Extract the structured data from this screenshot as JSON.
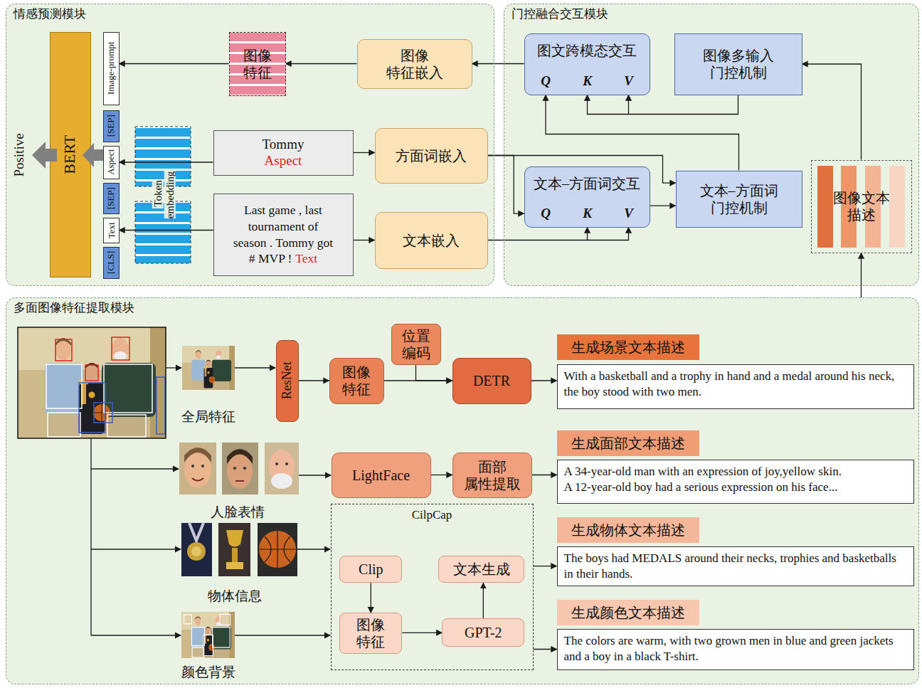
{
  "diagram": {
    "nodes": [
      {
        "text": [
          "情感预测模块"
        ]
      },
      {
        "text": [
          "BERT"
        ],
        "in": 0
      },
      {
        "text": [
          "Image-prompt"
        ],
        "in": 0
      },
      {
        "text": [
          "[SEP]"
        ],
        "in": 0
      },
      {
        "text": [
          "Aspect"
        ],
        "in": 0
      },
      {
        "text": [
          "[SEP]"
        ],
        "in": 0
      },
      {
        "text": [
          "Text"
        ],
        "in": 0
      },
      {
        "text": [
          "[CLS]"
        ],
        "in": 0
      },
      {
        "text": [
          "图像 特征"
        ],
        "in": 0
      },
      {
        "text": [
          "图像 特征嵌入"
        ],
        "in": 0
      },
      {
        "text": [
          "Tommy",
          "Aspect"
        ],
        "in": 0
      },
      {
        "text": [
          "方面词嵌入"
        ],
        "in": 0
      },
      {
        "text": [
          "Last game , last tournament of season . Tommy got # MVP !",
          "Text"
        ],
        "in": 0
      },
      {
        "text": [
          "文本嵌入"
        ],
        "in": 0
      },
      {
        "text": [
          "门控融合交互模块"
        ]
      },
      {
        "text": [
          "图文跨模态交互",
          "Q",
          "K",
          "V"
        ],
        "in": 14
      },
      {
        "text": [
          "图像多输入 门控机制"
        ],
        "in": 14
      },
      {
        "text": [
          "文本–方面词交互",
          "Q",
          "K",
          "V"
        ],
        "in": 14
      },
      {
        "text": [
          "文本–方面词 门控机制"
        ],
        "in": 14
      },
      {
        "text": [
          "图像文本 描述"
        ],
        "in": 14
      },
      {
        "text": [
          "多面图像特征提取模块"
        ]
      },
      {
        "text": [
          "ResNet"
        ],
        "in": 20
      },
      {
        "text": [
          "位置 编码"
        ],
        "in": 20
      },
      {
        "text": [
          "图像 特征"
        ],
        "in": 20
      },
      {
        "text": [
          "DETR"
        ],
        "in": 20
      },
      {
        "text": [
          "生成场景文本描述"
        ],
        "in": 20
      },
      {
        "text": [
          "With a basketball and a trophy in hand and a medal around his neck, the boy stood with two men."
        ],
        "in": 20
      },
      {
        "text": [
          "LightFace"
        ],
        "in": 20
      },
      {
        "text": [
          "面部 属性提取"
        ],
        "in": 20
      },
      {
        "text": [
          "生成面部文本描述"
        ],
        "in": 20
      },
      {
        "text": [
          "A 34-year-old man with an expression of joy,yellow skin.",
          "A 12-year-old boy had a serious expression on his face..."
        ],
        "in": 20
      },
      {
        "text": [
          "CilpCap"
        ],
        "in": 20
      },
      {
        "text": [
          "Clip"
        ],
        "in": 31
      },
      {
        "text": [
          "文本生成"
        ],
        "in": 31
      },
      {
        "text": [
          "图像 特征"
        ],
        "in": 31
      },
      {
        "text": [
          "GPT-2"
        ],
        "in": 31
      },
      {
        "text": [
          "生成物体文本描述"
        ],
        "in": 20
      },
      {
        "text": [
          "The boys had MEDALS around their necks, trophies and basketballs in their hands."
        ],
        "in": 20
      },
      {
        "text": [
          "生成颜色文本描述"
        ],
        "in": 20
      },
      {
        "text": [
          "The colors are warm, with two grown men in blue and green jackets and a boy in a black T-shirt."
        ],
        "in": 20
      }
    ],
    "edges": [
      {
        "from": 9,
        "to": 8,
        "arrow": "to"
      },
      {
        "from": 8,
        "to": 2,
        "arrow": "to"
      },
      {
        "from": 15,
        "to": 9,
        "arrow": "to"
      },
      {
        "from": 10,
        "to": 4,
        "arrow": "to"
      },
      {
        "from": 10,
        "to": 11,
        "arrow": "to"
      },
      {
        "from": 12,
        "to": 6,
        "arrow": "to"
      },
      {
        "from": 12,
        "to": 13,
        "arrow": "to"
      },
      {
        "from": 11,
        "to": 17,
        "arrow": "to"
      },
      {
        "from": 11,
        "to": 18,
        "arrow": "to"
      },
      {
        "from": 17,
        "to": 18,
        "arrow": "to"
      },
      {
        "from": 13,
        "to": 17,
        "arrow": "to"
      },
      {
        "from": 18,
        "to": 15,
        "arrow": "to"
      },
      {
        "from": 16,
        "to": 15,
        "arrow": "to"
      },
      {
        "from": 19,
        "to": 16,
        "arrow": "to"
      },
      {
        "from": 20,
        "to": 19,
        "arrow": "to"
      },
      {
        "from": 21,
        "to": 23,
        "arrow": "to"
      },
      {
        "from": 23,
        "to": 24,
        "arrow": "to"
      },
      {
        "from": 22,
        "to": 24,
        "arrow": "to"
      },
      {
        "from": 24,
        "to": 26,
        "arrow": "to"
      },
      {
        "from": 27,
        "to": 28,
        "arrow": "to"
      },
      {
        "from": 28,
        "to": 30,
        "arrow": "to"
      },
      {
        "from": 32,
        "to": 34,
        "arrow": "to"
      },
      {
        "from": 34,
        "to": 35,
        "arrow": "to"
      },
      {
        "from": 35,
        "to": 33,
        "arrow": "to"
      },
      {
        "from": 31,
        "to": 37,
        "arrow": "to"
      },
      {
        "from": 31,
        "to": 39,
        "arrow": "to"
      }
    ],
    "labels": [
      "Positive",
      "Token embedding",
      "全局特征",
      "人脸表情",
      "物体信息",
      "颜色背景"
    ]
  }
}
